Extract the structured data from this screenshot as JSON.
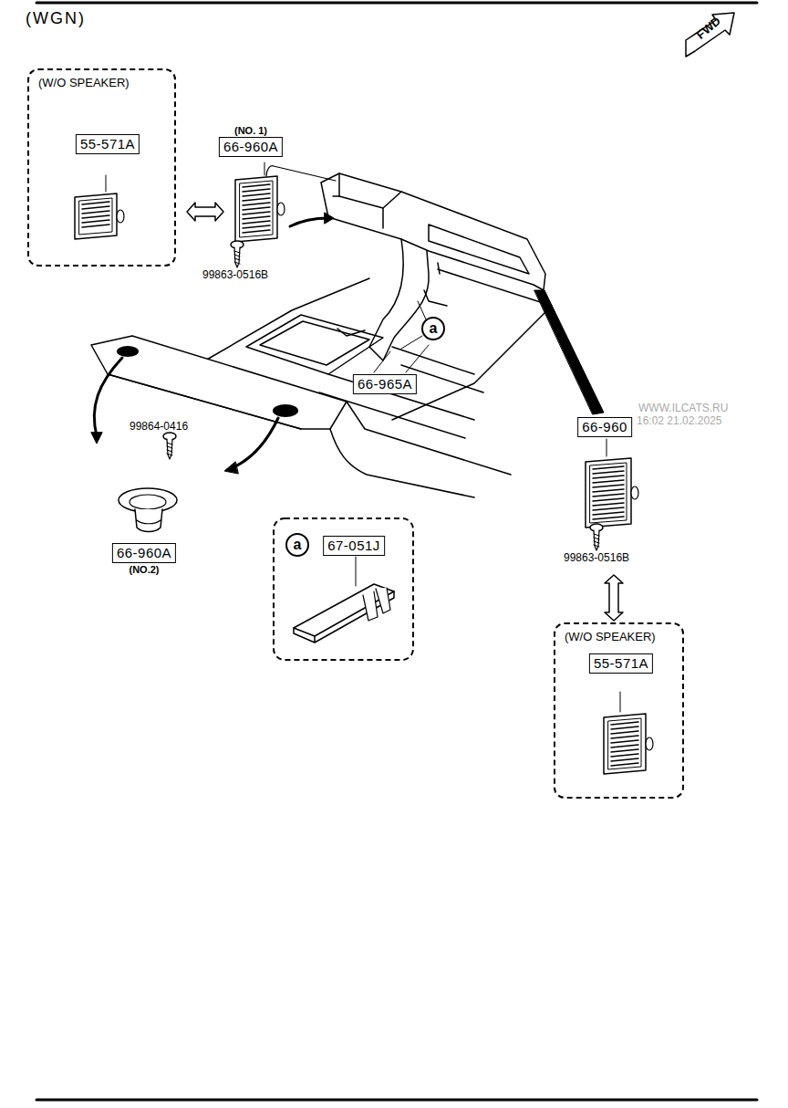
{
  "diagram": {
    "title": "(WGN)",
    "nodes": [
      {
        "text": [
          "(W/O SPEAKER)"
        ]
      },
      {
        "text": [
          "(NO.2)",
          "55-571A"
        ],
        "in": 0
      },
      {
        "text": [
          "(NO. 1)",
          "66-960A"
        ]
      },
      {
        "text": [
          "a"
        ]
      },
      {
        "text": [
          "66-965A"
        ]
      },
      {
        "text": [
          "66-960"
        ]
      },
      {
        "text": [
          "66-960A",
          "(NO.2)"
        ]
      },
      {
        "text": [
          "a"
        ]
      },
      {
        "text": [
          "67-051J"
        ]
      },
      {
        "text": [
          "(W/O SPEAKER)"
        ]
      },
      {
        "text": [
          "(NO. 1)",
          "55-571A"
        ],
        "in": 9
      }
    ],
    "labels": [
      "FWD",
      "99863-0516B",
      "WWW.ILCATS.RU",
      "16:02 21.02.2025",
      "99864-0416",
      "99863-0516B"
    ]
  }
}
